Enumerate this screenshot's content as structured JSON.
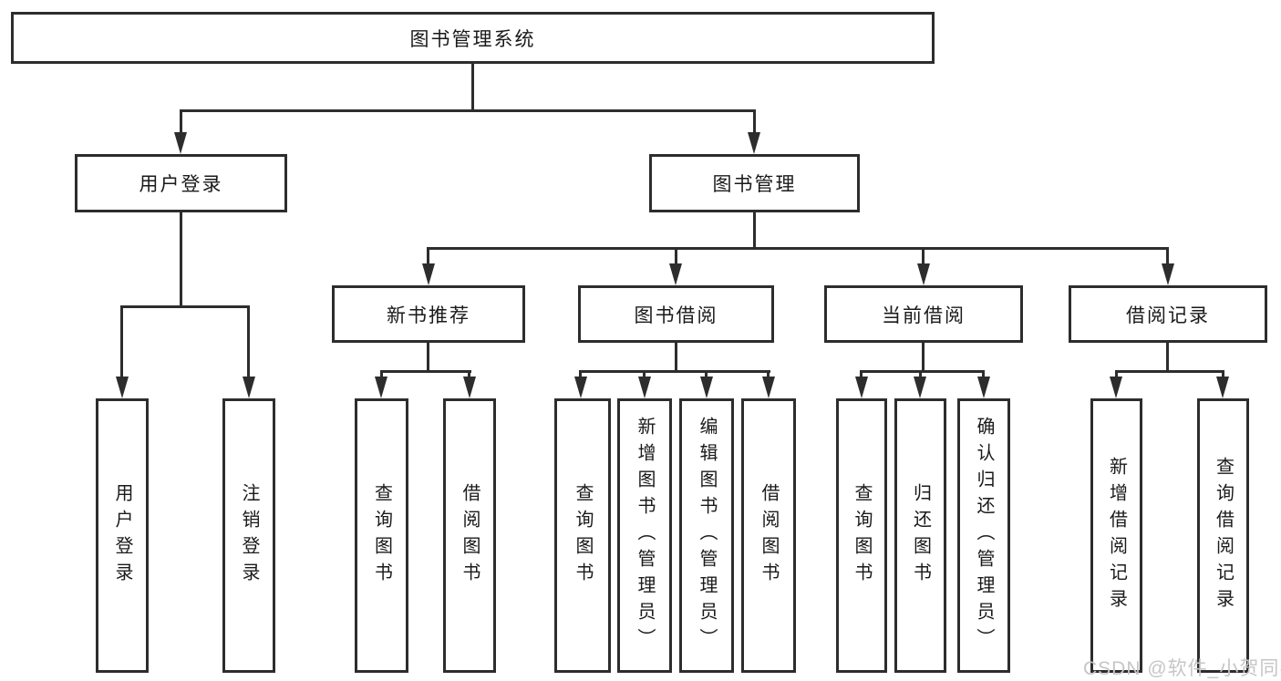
{
  "tree": {
    "root": {
      "label": "图书管理系统",
      "children": [
        {
          "label": "用户登录",
          "children": [
            {
              "label": "用户登录"
            },
            {
              "label": "注销登录"
            }
          ]
        },
        {
          "label": "图书管理",
          "children": [
            {
              "label": "新书推荐",
              "children": [
                {
                  "label": "查询图书"
                },
                {
                  "label": "借阅图书"
                }
              ]
            },
            {
              "label": "图书借阅",
              "children": [
                {
                  "label": "查询图书"
                },
                {
                  "label": "新增图书（管理员）"
                },
                {
                  "label": "编辑图书（管理员）"
                },
                {
                  "label": "借阅图书"
                }
              ]
            },
            {
              "label": "当前借阅",
              "children": [
                {
                  "label": "查询图书"
                },
                {
                  "label": "归还图书"
                },
                {
                  "label": "确认归还（管理员）"
                }
              ]
            },
            {
              "label": "借阅记录",
              "children": [
                {
                  "label": "新增借阅记录"
                },
                {
                  "label": "查询借阅记录"
                }
              ]
            }
          ]
        }
      ]
    }
  },
  "watermark": {
    "text": "CSDN @软件_小贺同学",
    "color": "#c6c6c6"
  },
  "colors": {
    "line": "#2d2d2d",
    "text": "#1a1a1a",
    "background": "#ffffff"
  }
}
